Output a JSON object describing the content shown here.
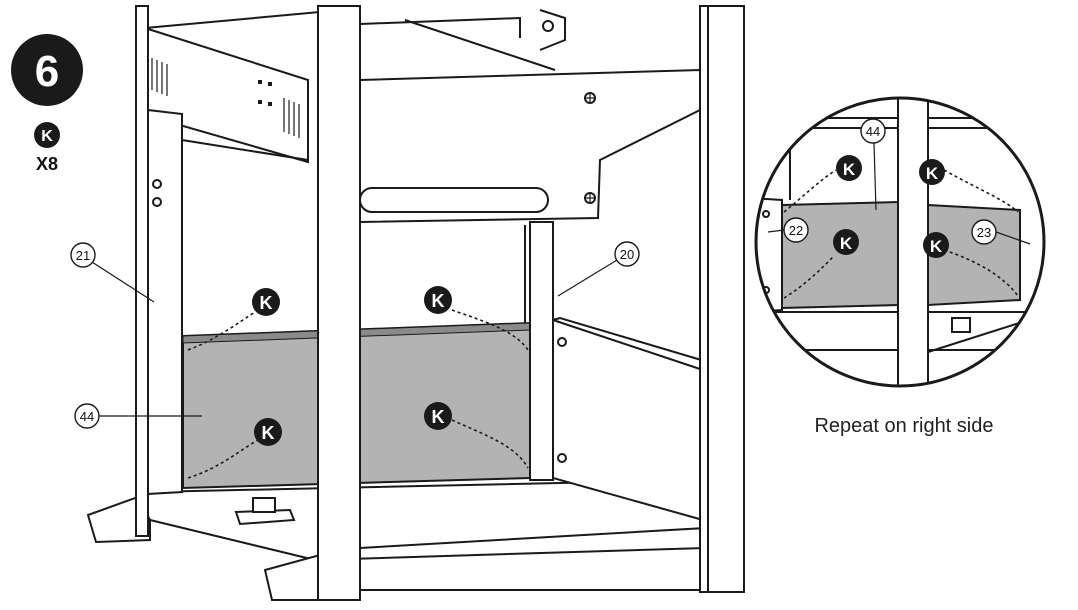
{
  "step": {
    "number": "6"
  },
  "hardware": {
    "badge_letter": "K",
    "quantity": "X8"
  },
  "colors": {
    "panel_fill": "#b3b3b3",
    "badge_fill": "#1a1a1a",
    "line": "#1a1a1a"
  },
  "callouts": {
    "leg_left": "21",
    "leg_right": "20",
    "back_panel": "44",
    "detail_panel": "44",
    "detail_left": "22",
    "detail_right": "23"
  },
  "fastener_badges": [
    {
      "label": "K"
    },
    {
      "label": "K"
    },
    {
      "label": "K"
    },
    {
      "label": "K"
    },
    {
      "label": "K"
    },
    {
      "label": "K"
    },
    {
      "label": "K"
    },
    {
      "label": "K"
    }
  ],
  "caption": "Repeat on right side"
}
